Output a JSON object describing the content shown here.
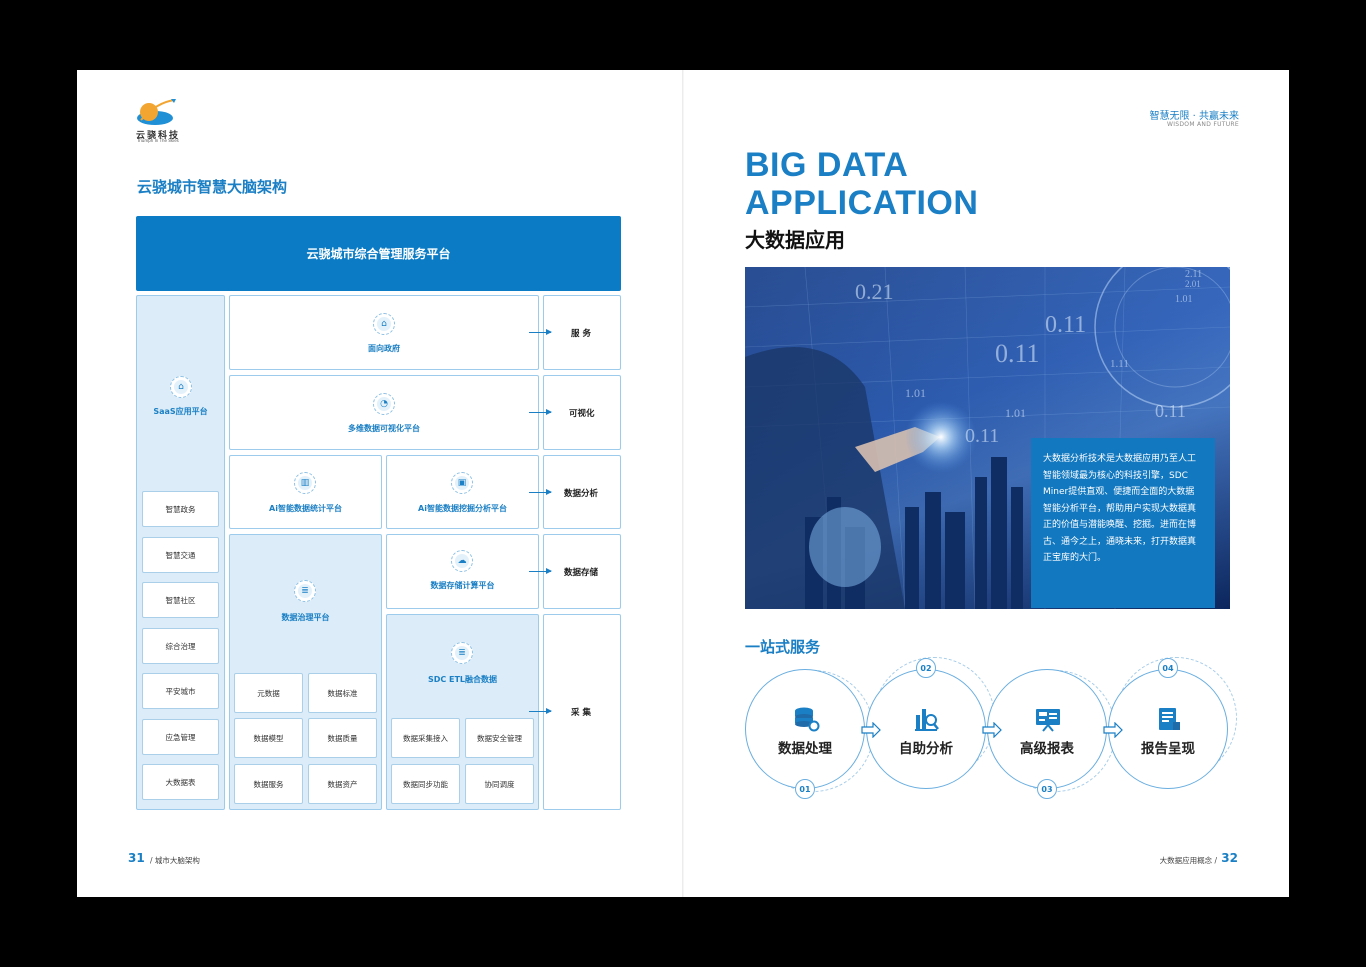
{
  "left": {
    "logo": {
      "name": "云骁科技",
      "tagline": "Triumph In The Skies"
    },
    "title": "云骁城市智慧大脑架构",
    "banner": "云骁城市综合管理服务平台",
    "saas": {
      "label": "SaaS应用平台",
      "items": [
        "智慧政务",
        "智慧交通",
        "智慧社区",
        "综合治理",
        "平安城市",
        "应急管理",
        "大数据表"
      ]
    },
    "gov": "面向政府",
    "visual": "多维数据可视化平台",
    "ai_stats": "Ai智能数据统计平台",
    "ai_mining": "Ai智能数据挖掘分析平台",
    "storage": "数据存储计算平台",
    "governance": {
      "label": "数据治理平台",
      "items": [
        "元数据",
        "数据标准",
        "数据模型",
        "数据质量",
        "数据服务",
        "数据资产"
      ]
    },
    "etl": {
      "label": "SDC ETL融合数据",
      "items": [
        "数据采集接入",
        "数据安全管理",
        "数据同步功能",
        "协同调度"
      ]
    },
    "right_labels": [
      "服 务",
      "可视化",
      "数据分析",
      "数据存储",
      "采 集"
    ],
    "page_number": "31",
    "page_caption": "/ 城市大脑架构"
  },
  "right": {
    "slogan": "智慧无限 · 共赢未来",
    "slogan_en": "WISDOM AND FUTURE",
    "title_en_1": "BIG DATA",
    "title_en_2": "APPLICATION",
    "title_cn": "大数据应用",
    "photo_numbers": [
      "0.21",
      "0.11",
      "0.11",
      "1.01",
      "0.11",
      "1.01",
      "0.11",
      "2.11",
      "1.01",
      "1.11",
      "2.01"
    ],
    "description": "大数据分析技术是大数据应用乃至人工智能领域最为核心的科技引擎，SDC Miner提供直观、便捷而全面的大数据智能分析平台，帮助用户实现大数据真正的价值与潜能唤醒、挖掘。进而在博古、通今之上，通晓未来，打开数据真正宝库的大门。",
    "section_title": "一站式服务",
    "services": [
      {
        "num": "01",
        "label": "数据处理",
        "icon": "database-gear-icon"
      },
      {
        "num": "02",
        "label": "自助分析",
        "icon": "analysis-magnifier-icon"
      },
      {
        "num": "03",
        "label": "高级报表",
        "icon": "presentation-board-icon"
      },
      {
        "num": "04",
        "label": "报告呈现",
        "icon": "report-document-icon"
      }
    ],
    "page_number": "32",
    "page_caption": "大数据应用概念 /"
  },
  "colors": {
    "accent": "#1a7fc4",
    "banner": "#0a7bc4",
    "light_panel": "#dcedf9"
  }
}
